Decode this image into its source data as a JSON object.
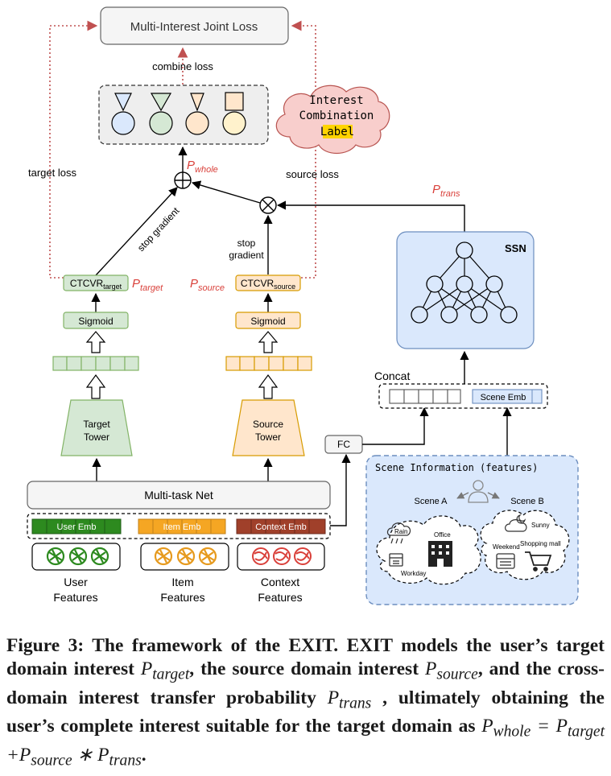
{
  "figure": {
    "loss_title": "Multi-Interest Joint Loss",
    "combine_loss": "combine loss",
    "target_loss": "target loss",
    "source_loss": "source loss",
    "stop_gradient": "stop gradient",
    "stop_gradient_2": "stop\ngradient",
    "cloud_label_1": "Interest",
    "cloud_label_2": "Combination",
    "cloud_label_3": "Label",
    "p_whole_base": "P",
    "p_whole_sub": "whole",
    "p_target_base": "P",
    "p_target_sub": "target",
    "p_source_base": "P",
    "p_source_sub": "source",
    "p_trans_base": "P",
    "p_trans_sub": "trans",
    "ctcvr_target_base": "CTCVR",
    "ctcvr_target_sub": "target",
    "ctcvr_source_base": "CTCVR",
    "ctcvr_source_sub": "source",
    "sigmoid": "Sigmoid",
    "target_tower": "Target\nTower",
    "source_tower": "Source\nTower",
    "ssn": "SSN",
    "concat": "Concat",
    "scene_emb": "Scene Emb",
    "fc": "FC",
    "multi_task_net": "Multi-task Net",
    "user_emb": "User Emb",
    "item_emb": "Item Emb",
    "context_emb": "Context Emb",
    "user_features": "User\nFeatures",
    "item_features": "Item\nFeatures",
    "context_features": "Context\nFeatures",
    "scene_info_title": "Scene Information (features)",
    "scene_a": "Scene A",
    "scene_b": "Scene B",
    "rain": "Rain",
    "office": "Office",
    "workday": "Workday",
    "sunny": "Sunny",
    "weekend": "Weekend",
    "shopping_mall": "Shopping mall"
  },
  "caption": {
    "t1": "Figure 3: The framework of the EXIT. EXIT models the user’s target domain interest ",
    "m1": "P",
    "m1s": "target",
    "t2": ", the source domain interest ",
    "m2": "P",
    "m2s": "source",
    "t3": ", and the cross-domain interest transfer probability ",
    "m3": "P",
    "m3s": "trans",
    "t4": " , ultimately obtaining the user’s complete interest suitable for the target domain as ",
    "eq": "P",
    "eqs1": "whole",
    "eq2": " = P",
    "eqs2": "target",
    "eq3": " +P",
    "eqs3": "source",
    "eq4": " ∗ P",
    "eqs4": "trans",
    "t5": "."
  },
  "colors": {
    "green_fill": "#d5e8d4",
    "green_stroke": "#82b366",
    "orange_fill": "#ffe6cc",
    "orange_stroke": "#d79b00",
    "blue_fill": "#dae8fc",
    "blue_stroke": "#6c8ebf",
    "red": "#d9403a",
    "dark_green": "#2d8a1f",
    "dark_orange": "#e69a1e",
    "dark_red": "#a0402a"
  }
}
